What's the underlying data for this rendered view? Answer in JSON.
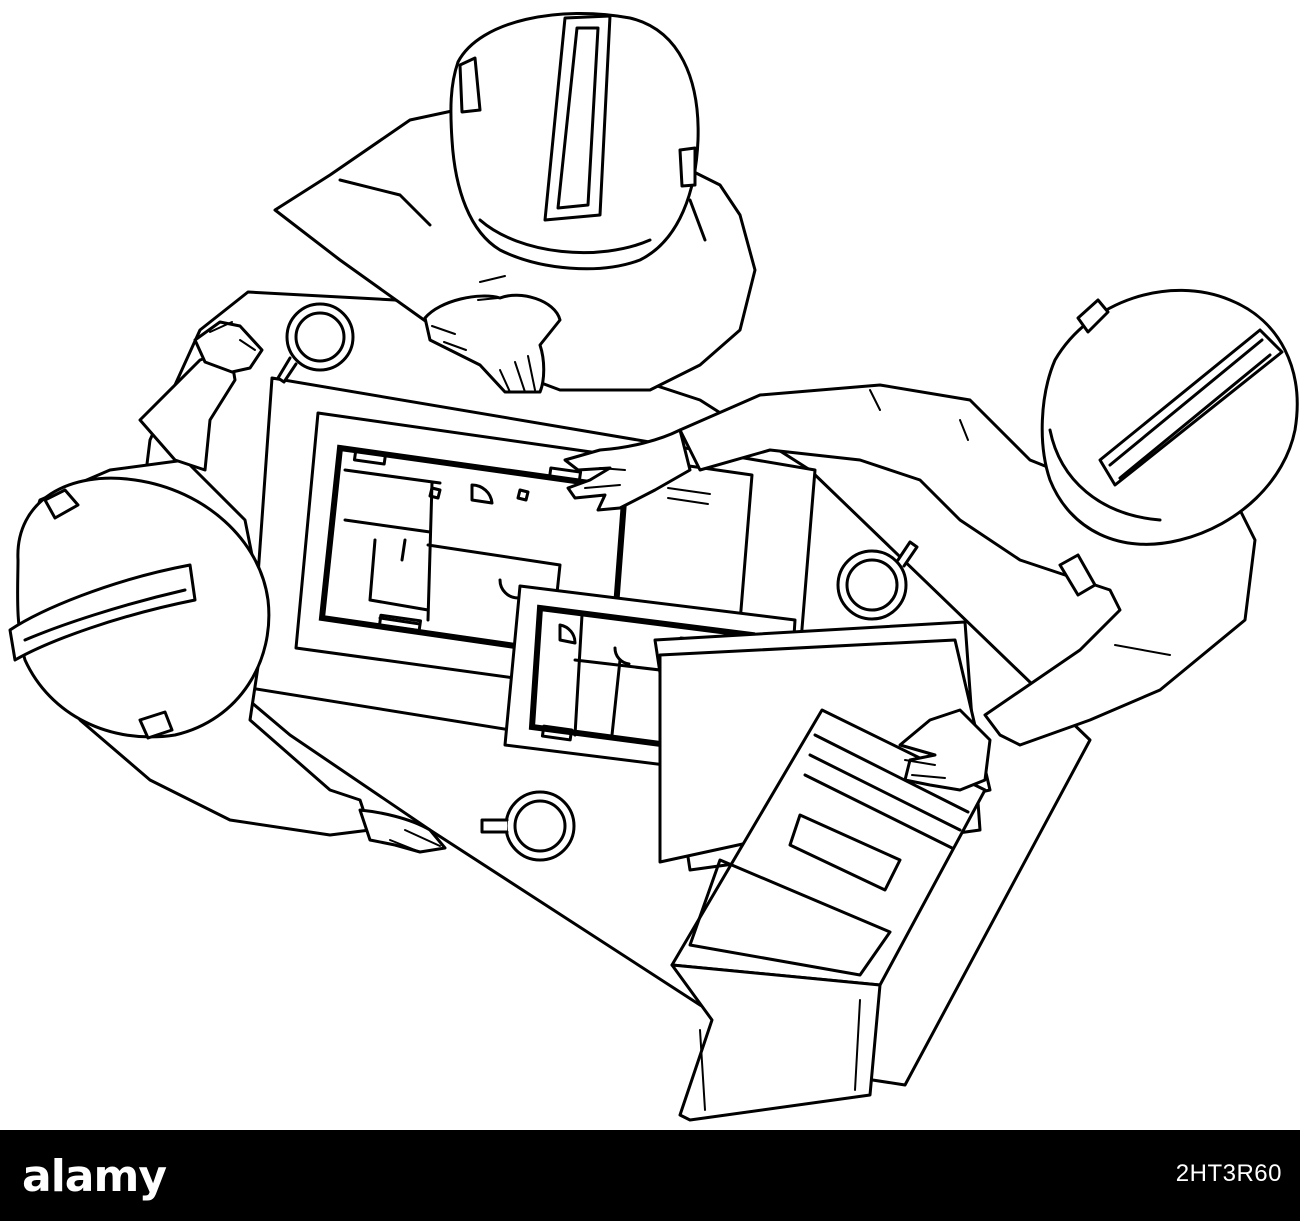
{
  "illustration": {
    "subject": "line-art",
    "colors": {
      "line": "#000000",
      "background": "#ffffff"
    }
  },
  "footer": {
    "brand": "alamy",
    "image_id": "2HT3R60",
    "colors": {
      "bar": "#000000",
      "text": "#ffffff"
    }
  }
}
